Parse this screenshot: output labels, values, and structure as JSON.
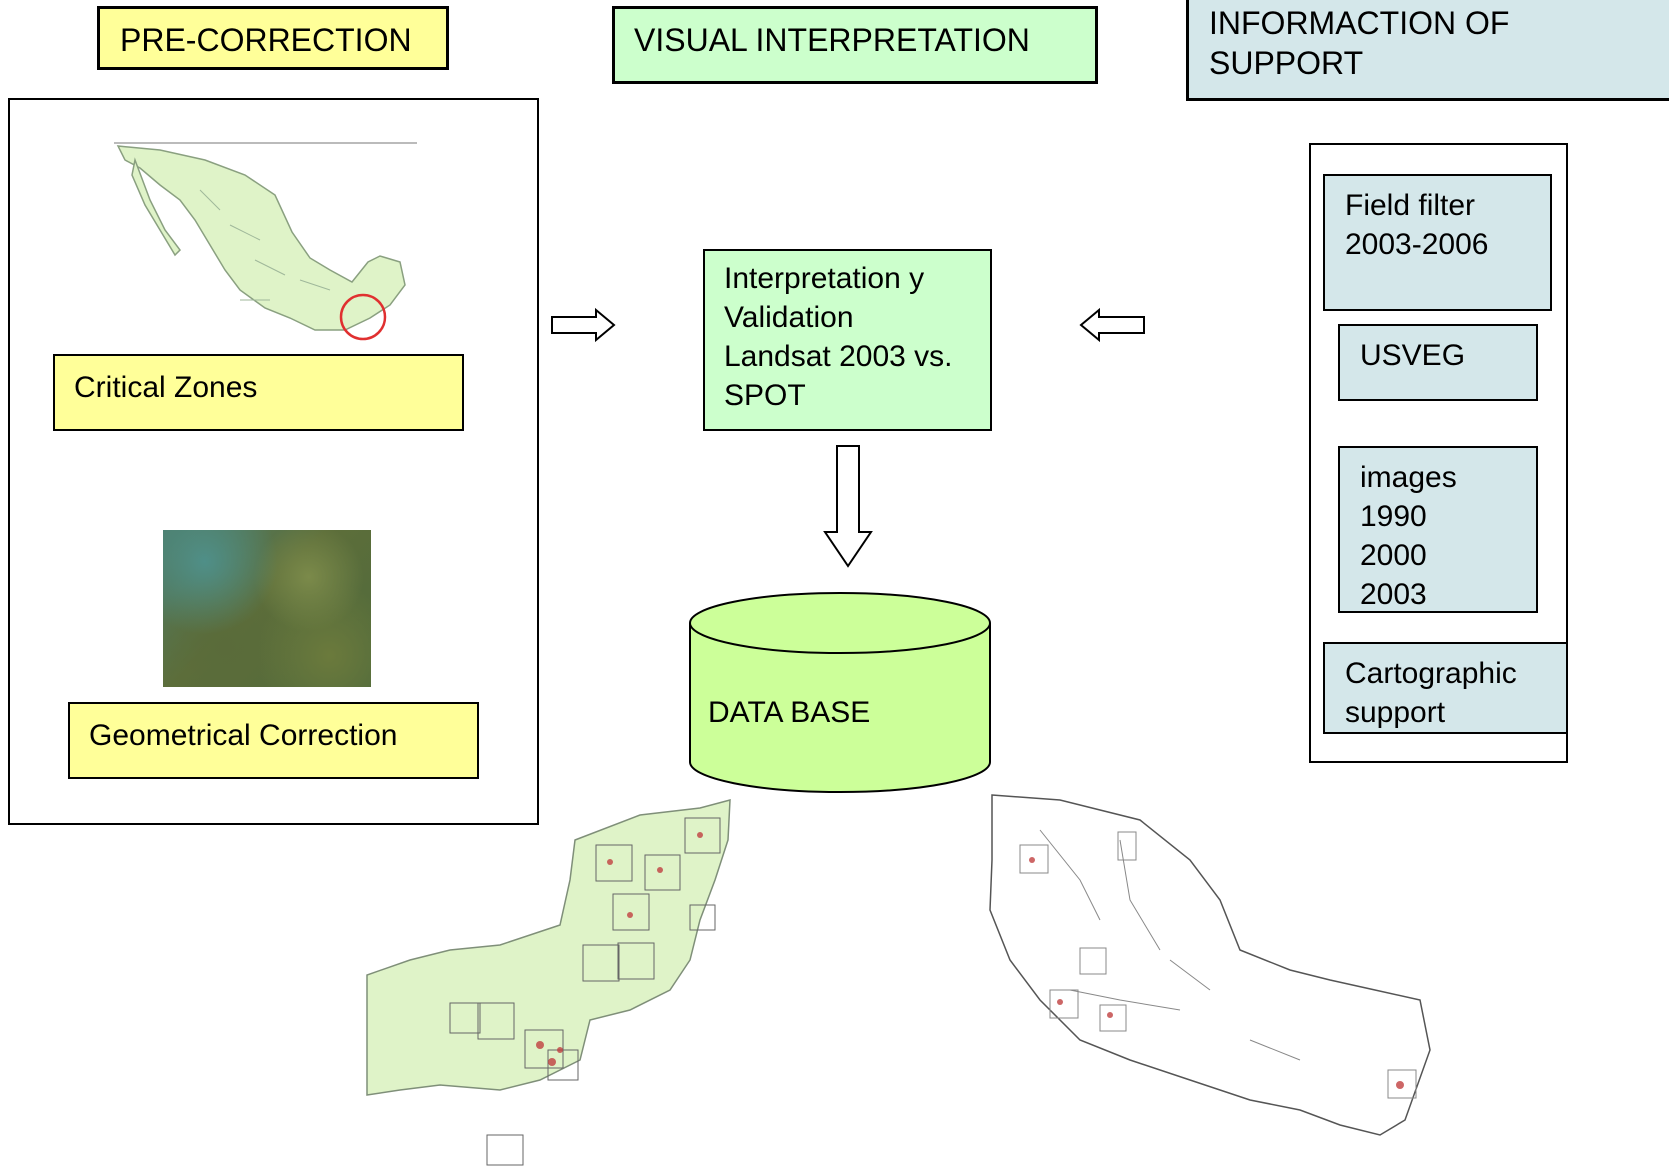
{
  "headers": {
    "pre_correction": "PRE-CORRECTION",
    "visual_interpretation": "VISUAL INTERPRETATION",
    "information_of_support": "INFORMACTION OF\nSUPPORT"
  },
  "pre_correction_panel": {
    "critical_zones": "Critical Zones",
    "geometrical_correction": "Geometrical Correction"
  },
  "center": {
    "interpretation": "Interpretation y\nValidation\nLandsat 2003 vs.\nSPOT",
    "database": "DATA BASE"
  },
  "support_panel": {
    "field_filter": "Field filter\n2003-2006",
    "usveg": "USVEG",
    "images": "images\n1990\n2000\n2003",
    "cartographic": "Cartographic\nsupport"
  },
  "colors": {
    "header_yellow": "#ffff99",
    "header_green": "#ccffcc",
    "header_blue": "#d4e7ea",
    "cylinder_green": "#ccff99",
    "map_green": "#dff3c8",
    "highlight_red": "#e03030"
  }
}
